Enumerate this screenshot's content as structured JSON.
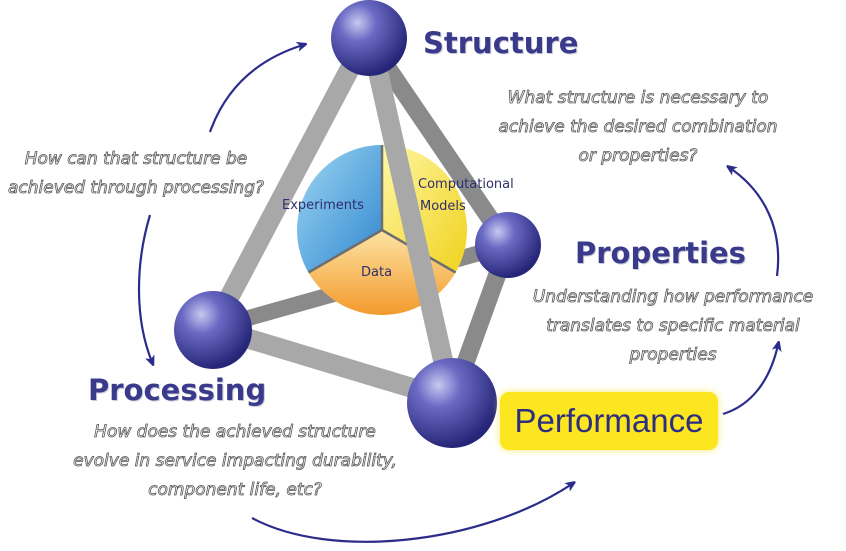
{
  "nodes": {
    "structure": "Structure",
    "properties": "Properties",
    "processing": "Processing",
    "performance": "Performance"
  },
  "questions": {
    "structure": [
      "What structure is necessary to",
      "achieve the desired combination",
      "or properties?"
    ],
    "processing": [
      "How can that structure be",
      "achieved through processing?"
    ],
    "properties": [
      "Understanding how performance",
      "translates to specific material",
      "properties"
    ],
    "performance": [
      "How does the achieved structure",
      "evolve in service impacting durability,",
      "component life, etc?"
    ]
  },
  "center": {
    "experiments": "Experiments",
    "computational_line1": "Computational",
    "computational_line2": "Models",
    "data": "Data"
  },
  "colors": {
    "sphere": "#4a4aa8",
    "rod": "#9c9c9c",
    "arrow": "#2b2b8c",
    "label": "#3a3a8c",
    "highlight": "#fbe620",
    "experiments": "#3f9fd9",
    "computational": "#f2e23c",
    "data": "#f3a93c"
  }
}
